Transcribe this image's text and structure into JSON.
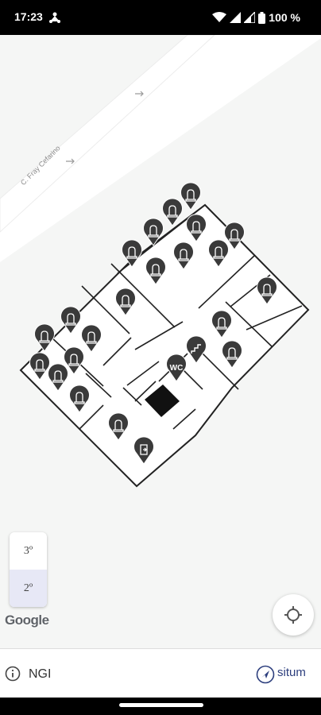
{
  "status_bar": {
    "time": "17:23",
    "battery": "100 %",
    "icons": [
      "wifi-icon",
      "cell-signal-icon",
      "battery-icon",
      "notification-icon"
    ]
  },
  "map": {
    "street_label": "C. Fray Cefarino",
    "background_color": "#f5f6f5",
    "pin_color": "#3a3a3a",
    "pins": [
      {
        "kind": "tombstone"
      },
      {
        "kind": "tombstone"
      },
      {
        "kind": "tombstone"
      },
      {
        "kind": "tombstone"
      },
      {
        "kind": "tombstone"
      },
      {
        "kind": "tombstone"
      },
      {
        "kind": "tombstone"
      },
      {
        "kind": "tombstone"
      },
      {
        "kind": "tombstone"
      },
      {
        "kind": "tombstone"
      },
      {
        "kind": "tombstone"
      },
      {
        "kind": "tombstone"
      },
      {
        "kind": "tombstone"
      },
      {
        "kind": "tombstone"
      },
      {
        "kind": "tombstone"
      },
      {
        "kind": "tombstone"
      },
      {
        "kind": "tombstone"
      },
      {
        "kind": "tombstone"
      },
      {
        "kind": "tombstone"
      },
      {
        "kind": "tombstone"
      },
      {
        "kind": "tombstone"
      },
      {
        "kind": "exit"
      },
      {
        "kind": "stairs"
      },
      {
        "kind": "wc",
        "label": "WC"
      }
    ],
    "floors": [
      "3º",
      "2º"
    ],
    "selected_floor": "2º",
    "attribution": "Google"
  },
  "bottom_panel": {
    "building_name": "NGI",
    "brand": "situm",
    "brand_color": "#2c3e7d"
  }
}
